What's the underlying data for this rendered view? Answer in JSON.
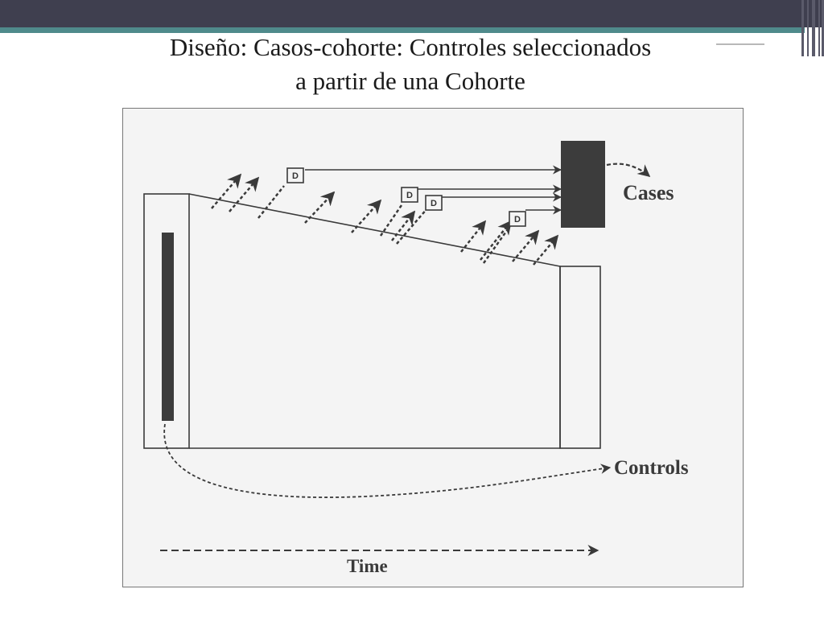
{
  "title": {
    "line1": "Diseño: Casos-cohorte: Controles seleccionados",
    "line2": "a partir de una Cohorte"
  },
  "diagram": {
    "cases_label": "Cases",
    "controls_label": "Controls",
    "time_label": "Time",
    "disease_marker": "D",
    "colors": {
      "header_bar": "#3f3f4f",
      "accent_bar": "#4f8a8b",
      "ink": "#3a3a3a",
      "cases_block": "#3c3c3c",
      "paper": "#f4f4f4"
    }
  }
}
